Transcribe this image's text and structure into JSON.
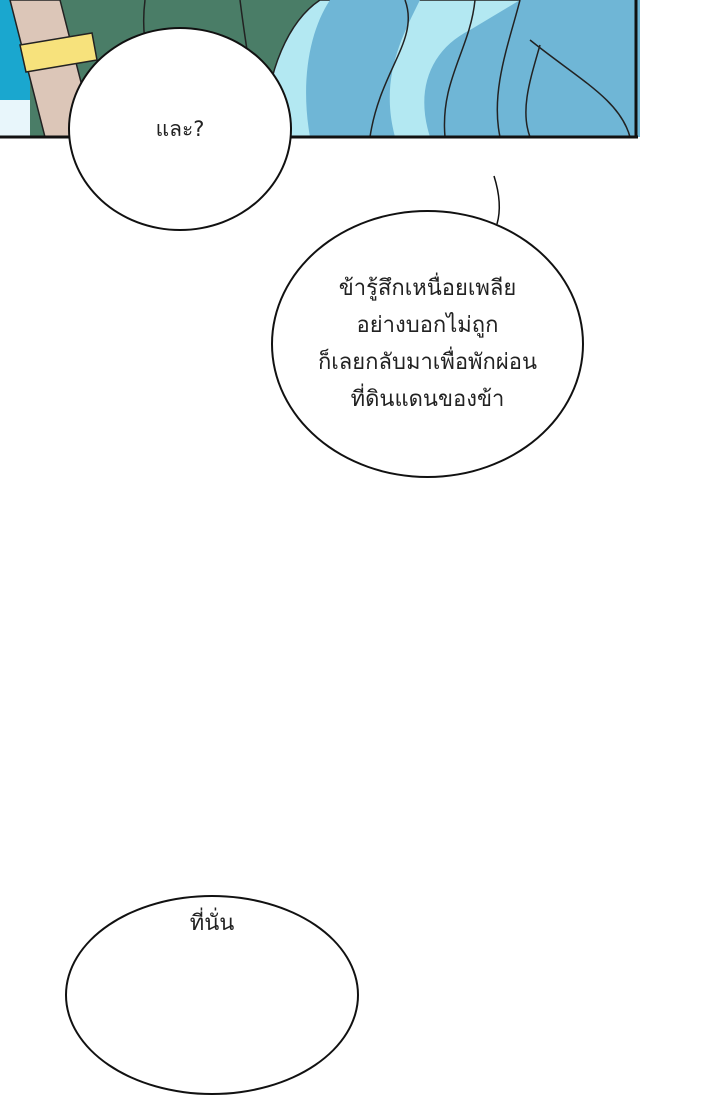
{
  "panel": {
    "colors": {
      "cloak": "#4a7d67",
      "hair_light": "#b3e8f2",
      "hair_dark": "#6fb6d6",
      "skin": "#dcc6b8",
      "band": "#f7e27c",
      "bg_blue": "#1aa7cf"
    }
  },
  "bubbles": [
    {
      "lines": [
        "และ?"
      ]
    },
    {
      "lines": [
        "ข้ารู้สึกเหนื่อยเพลีย",
        "อย่างบอกไม่ถูก",
        "ก็เลยกลับมาเพื่อพักผ่อน",
        "ที่ดินแดนของข้า"
      ]
    },
    {
      "lines": [
        "ที่นั่น"
      ]
    }
  ]
}
